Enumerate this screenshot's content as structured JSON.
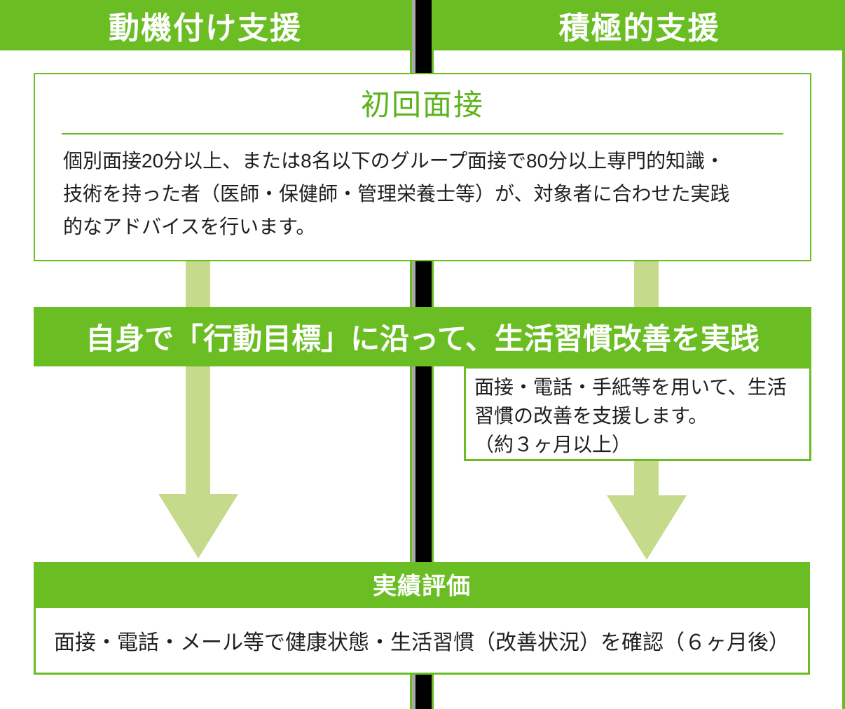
{
  "colors": {
    "accent_green": "#6abe23",
    "light_green_arrow": "#c5da8b",
    "divider_black": "#000000",
    "divider_shadow_gray": "#a9a9a9",
    "body_text": "#1f1f1f",
    "white": "#ffffff"
  },
  "headers": {
    "left": "動機付け支援",
    "right": "積極的支援"
  },
  "initial_interview": {
    "title": "初回面接",
    "lines": [
      "個別面接20分以上、または8名以下のグループ面接で80分以上専門的知識・",
      "技術を持った者（医師・保健師・管理栄養士等）が、対象者に合わせた実践",
      "的なアドバイスを行います。"
    ]
  },
  "action_bar": {
    "label": "自身で「行動目標」に沿って、生活習慣改善を実践"
  },
  "active_support_box": {
    "lines": [
      "面接・電話・手紙等を用いて、生活",
      "習慣の改善を支援します。",
      "（約３ヶ月以上）"
    ]
  },
  "evaluation": {
    "title": "実績評価",
    "description": "面接・電話・メール等で健康状態・生活習慣（改善状況）を確認（６ヶ月後）"
  }
}
